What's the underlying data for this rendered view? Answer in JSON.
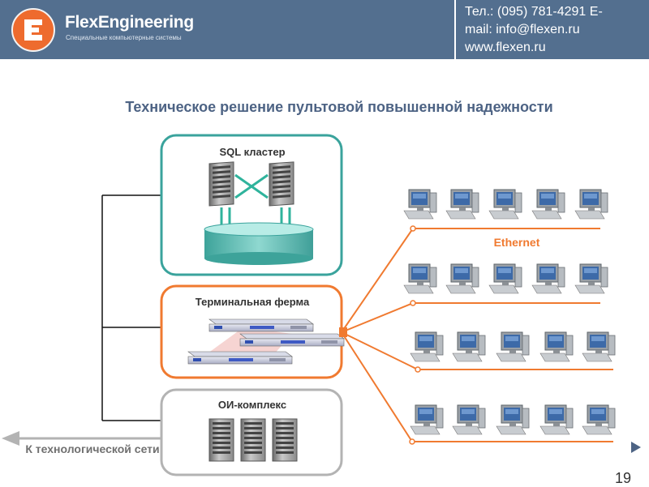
{
  "header": {
    "logo_text": "FlexEngineering",
    "logo_subtitle": "Специальные компьютерные системы",
    "contacts": [
      "Тел.: (095) 781-4291 E-",
      "mail: info@flexen.ru",
      "www.flexen.ru"
    ]
  },
  "title": "Техническое решение пультовой повышенной надежности",
  "boxes": {
    "sql": "SQL кластер",
    "terminal": "Терминальная ферма",
    "oi": "ОИ-комплекс"
  },
  "network_label": "Ethernet",
  "left_label": "К технологической сети",
  "page_number": "19",
  "workstation_rows": 4,
  "workstations_per_row": 5,
  "colors": {
    "header_bg": "#536f8f",
    "title": "#4d6384",
    "sql_border": "#3aa39c",
    "terminal_border": "#f07a30",
    "oi_border": "#b3b3b3",
    "ethernet": "#f07a30"
  },
  "icons": [
    "logo-icon",
    "server-icon",
    "database-cylinder-icon",
    "rack-server-icon",
    "workstation-icon",
    "left-arrow-icon",
    "next-arrow-icon"
  ]
}
